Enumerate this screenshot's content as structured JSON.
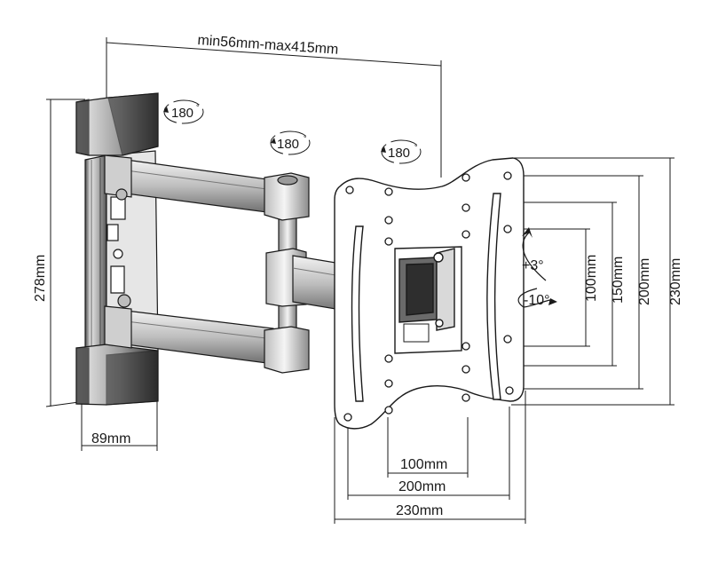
{
  "dimensions": {
    "arm_extension": "min56mm-max415mm",
    "wall_plate_height": "278mm",
    "wall_plate_width": "89mm",
    "vesa_vertical": [
      "100mm",
      "150mm",
      "200mm",
      "230mm"
    ],
    "vesa_horizontal": [
      "100mm",
      "200mm",
      "230mm"
    ]
  },
  "rotations": {
    "swivel_wall": "180",
    "swivel_elbow": "180",
    "swivel_head": "180",
    "degree_symbol": "°"
  },
  "tilt": {
    "up": "+3°",
    "down": "-10°"
  },
  "colors": {
    "line": "#1a1a1a",
    "metal_dark": "#3a3a3a",
    "metal_mid": "#8a8a8a",
    "metal_light": "#d8d8d8",
    "plate": "#ffffff"
  }
}
